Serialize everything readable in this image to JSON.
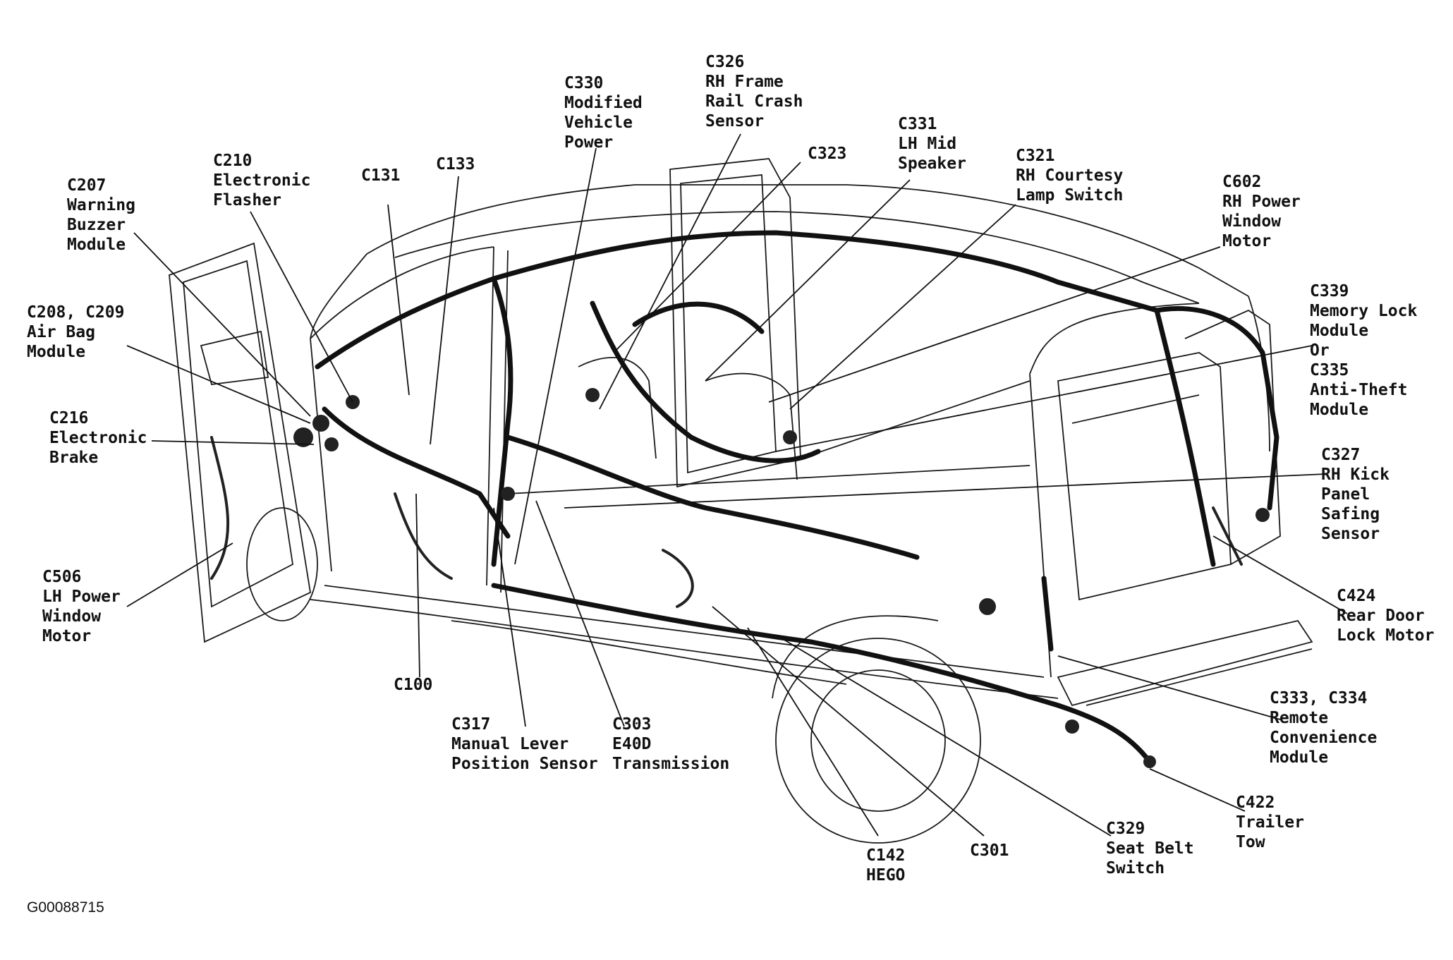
{
  "figure_id": "G00088715",
  "connectors": [
    {
      "id": "c326",
      "lines": [
        "C326",
        "RH Frame",
        "Rail Crash",
        "Sensor"
      ]
    },
    {
      "id": "c330",
      "lines": [
        "C330",
        "Modified",
        "Vehicle",
        "Power"
      ]
    },
    {
      "id": "c331",
      "lines": [
        "C331",
        "LH Mid",
        "Speaker"
      ]
    },
    {
      "id": "c323",
      "lines": [
        "C323"
      ]
    },
    {
      "id": "c321",
      "lines": [
        "C321",
        "RH Courtesy",
        "Lamp Switch"
      ]
    },
    {
      "id": "c210",
      "lines": [
        "C210",
        "Electronic",
        "Flasher"
      ]
    },
    {
      "id": "c131",
      "lines": [
        "C131"
      ]
    },
    {
      "id": "c133",
      "lines": [
        "C133"
      ]
    },
    {
      "id": "c207",
      "lines": [
        "C207",
        "Warning",
        "Buzzer",
        "Module"
      ]
    },
    {
      "id": "c602",
      "lines": [
        "C602",
        "RH Power",
        "Window",
        "Motor"
      ]
    },
    {
      "id": "c208",
      "lines": [
        "C208, C209",
        "Air Bag",
        "Module"
      ]
    },
    {
      "id": "c339",
      "lines": [
        "C339",
        "Memory Lock",
        "Module",
        "Or",
        "C335",
        "Anti-Theft",
        "Module"
      ]
    },
    {
      "id": "c216",
      "lines": [
        "C216",
        "Electronic",
        "Brake"
      ]
    },
    {
      "id": "c327",
      "lines": [
        "C327",
        "RH Kick",
        "Panel",
        "Safing",
        "Sensor"
      ]
    },
    {
      "id": "c506",
      "lines": [
        "C506",
        "LH Power",
        "Window",
        "Motor"
      ]
    },
    {
      "id": "c424",
      "lines": [
        "C424",
        "Rear Door",
        "Lock Motor"
      ]
    },
    {
      "id": "c100",
      "lines": [
        "C100"
      ]
    },
    {
      "id": "c333",
      "lines": [
        "C333, C334",
        "Remote",
        "Convenience",
        "Module"
      ]
    },
    {
      "id": "c317",
      "lines": [
        "C317",
        "Manual Lever",
        "Position Sensor"
      ]
    },
    {
      "id": "c303",
      "lines": [
        "C303",
        "E40D",
        "Transmission"
      ]
    },
    {
      "id": "c422",
      "lines": [
        "C422",
        "Trailer",
        "Tow"
      ]
    },
    {
      "id": "c329",
      "lines": [
        "C329",
        "Seat Belt",
        "Switch"
      ]
    },
    {
      "id": "c142",
      "lines": [
        "C142",
        "HEGO"
      ]
    },
    {
      "id": "c301",
      "lines": [
        "C301"
      ]
    }
  ]
}
